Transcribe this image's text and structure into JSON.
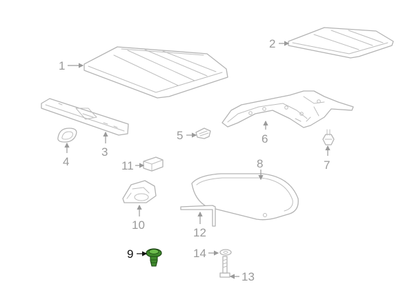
{
  "callouts": [
    {
      "id": "1",
      "label": "1"
    },
    {
      "id": "2",
      "label": "2"
    },
    {
      "id": "3",
      "label": "3"
    },
    {
      "id": "4",
      "label": "4"
    },
    {
      "id": "5",
      "label": "5"
    },
    {
      "id": "6",
      "label": "6"
    },
    {
      "id": "7",
      "label": "7"
    },
    {
      "id": "8",
      "label": "8"
    },
    {
      "id": "9",
      "label": "9",
      "highlighted": true
    },
    {
      "id": "10",
      "label": "10"
    },
    {
      "id": "11",
      "label": "11"
    },
    {
      "id": "12",
      "label": "12"
    },
    {
      "id": "13",
      "label": "13"
    },
    {
      "id": "14",
      "label": "14"
    }
  ],
  "colors": {
    "line_art": "#b3b3b3",
    "callout_text": "#9a9a9a",
    "highlight_text": "#111111",
    "highlight_part": "#3f8a2c"
  }
}
